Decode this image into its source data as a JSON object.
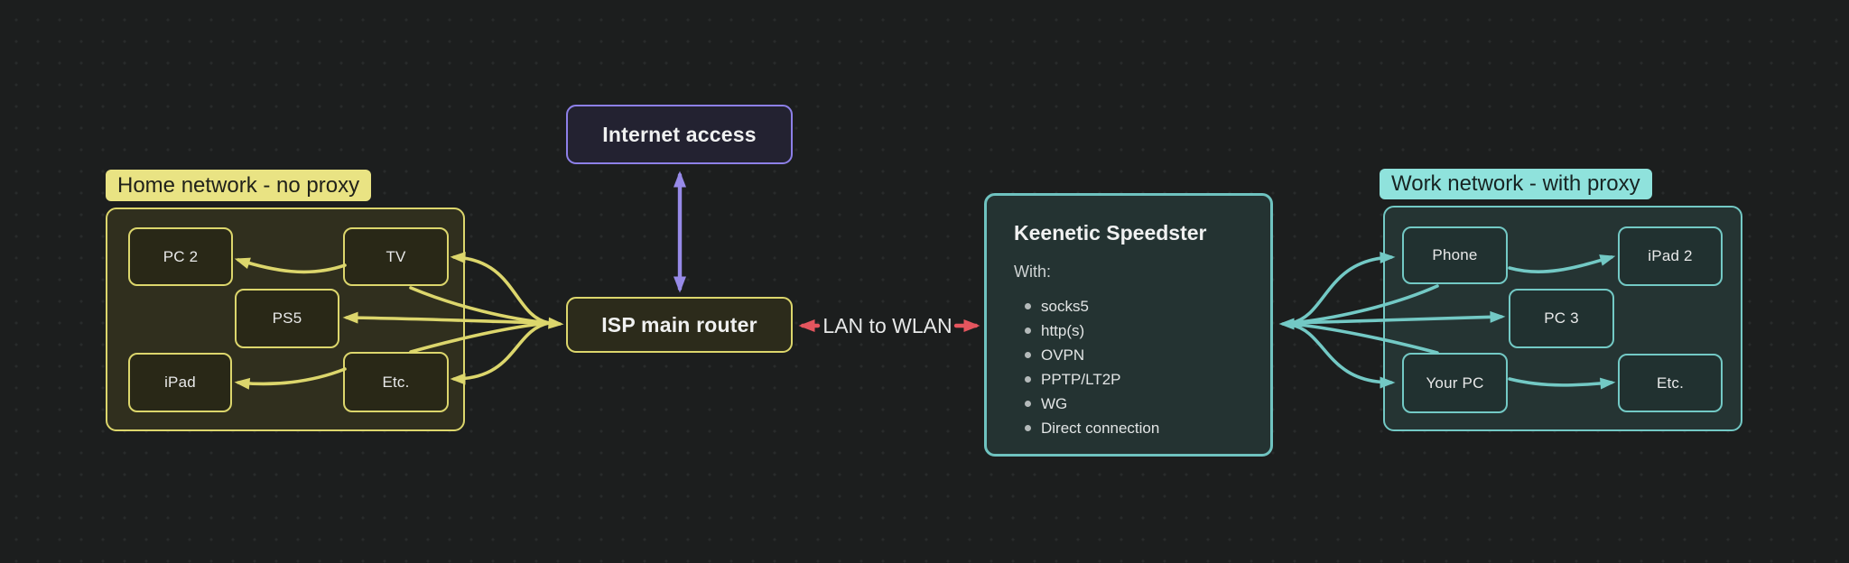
{
  "colors": {
    "background": "#1c1e1e",
    "yellow_stroke": "#dcd66c",
    "yellow_label_bg": "#e9e383",
    "purple_stroke": "#8d80e8",
    "red_stroke": "#e4555e",
    "cyan_stroke": "#73c9c5",
    "cyan_label_bg": "#8fe2dc"
  },
  "home_network": {
    "label": "Home network - no proxy",
    "devices": [
      {
        "label": "PC 2"
      },
      {
        "label": "TV"
      },
      {
        "label": "PS5"
      },
      {
        "label": "iPad"
      },
      {
        "label": "Etc."
      }
    ]
  },
  "internet": {
    "label": "Internet access"
  },
  "isp_router": {
    "label": "ISP main router"
  },
  "lan_link": {
    "label": "LAN to WLAN"
  },
  "keenetic": {
    "title": "Keenetic Speedster",
    "subtitle": "With:",
    "items": [
      "socks5",
      "http(s)",
      "OVPN",
      "PPTP/LT2P",
      "WG",
      "Direct connection"
    ]
  },
  "work_network": {
    "label": "Work network - with proxy",
    "devices": [
      {
        "label": "Phone"
      },
      {
        "label": "iPad 2"
      },
      {
        "label": "PC 3"
      },
      {
        "label": "Your PC"
      },
      {
        "label": "Etc."
      }
    ]
  }
}
